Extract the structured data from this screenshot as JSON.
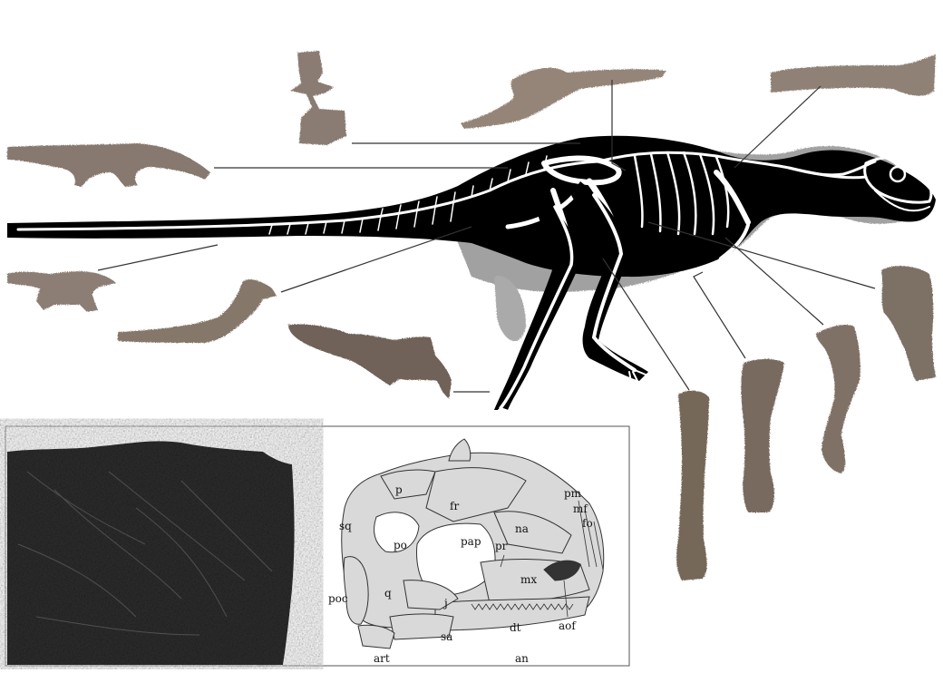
{
  "figure": {
    "skull_labels": {
      "p": "p",
      "fr": "fr",
      "sq": "sq",
      "po": "po",
      "pap": "pap",
      "prf": "pr",
      "na": "na",
      "pm": "pm",
      "mf": "mf",
      "fo": "fo",
      "mx": "mx",
      "poc": "poc",
      "q": "q",
      "j": "j",
      "dt": "dt",
      "sa": "sa",
      "art": "art",
      "an": "an",
      "aof": "aof"
    },
    "colors": {
      "silhouette": "#000000",
      "skeleton": "#ffffff",
      "bone_specimen": "#8a7a70",
      "skull_bone_fill": "#d9d9d9",
      "slab": "#2e2e2e",
      "leader_line": "#333333"
    }
  }
}
